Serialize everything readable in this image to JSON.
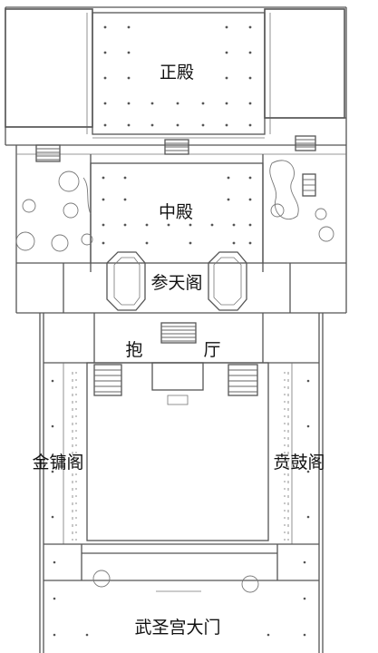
{
  "colors": {
    "line": "#555555",
    "background": "#ffffff",
    "text": "#111111"
  },
  "labels": {
    "main_hall": "正殿",
    "middle_hall": "中殿",
    "cantian_pavilion": "参天阁",
    "porch_left": "抱",
    "porch_right": "厅",
    "jinyong_pavilion": "金镛阁",
    "bengu_pavilion": "贲鼓阁",
    "main_gate": "武圣宫大门"
  }
}
